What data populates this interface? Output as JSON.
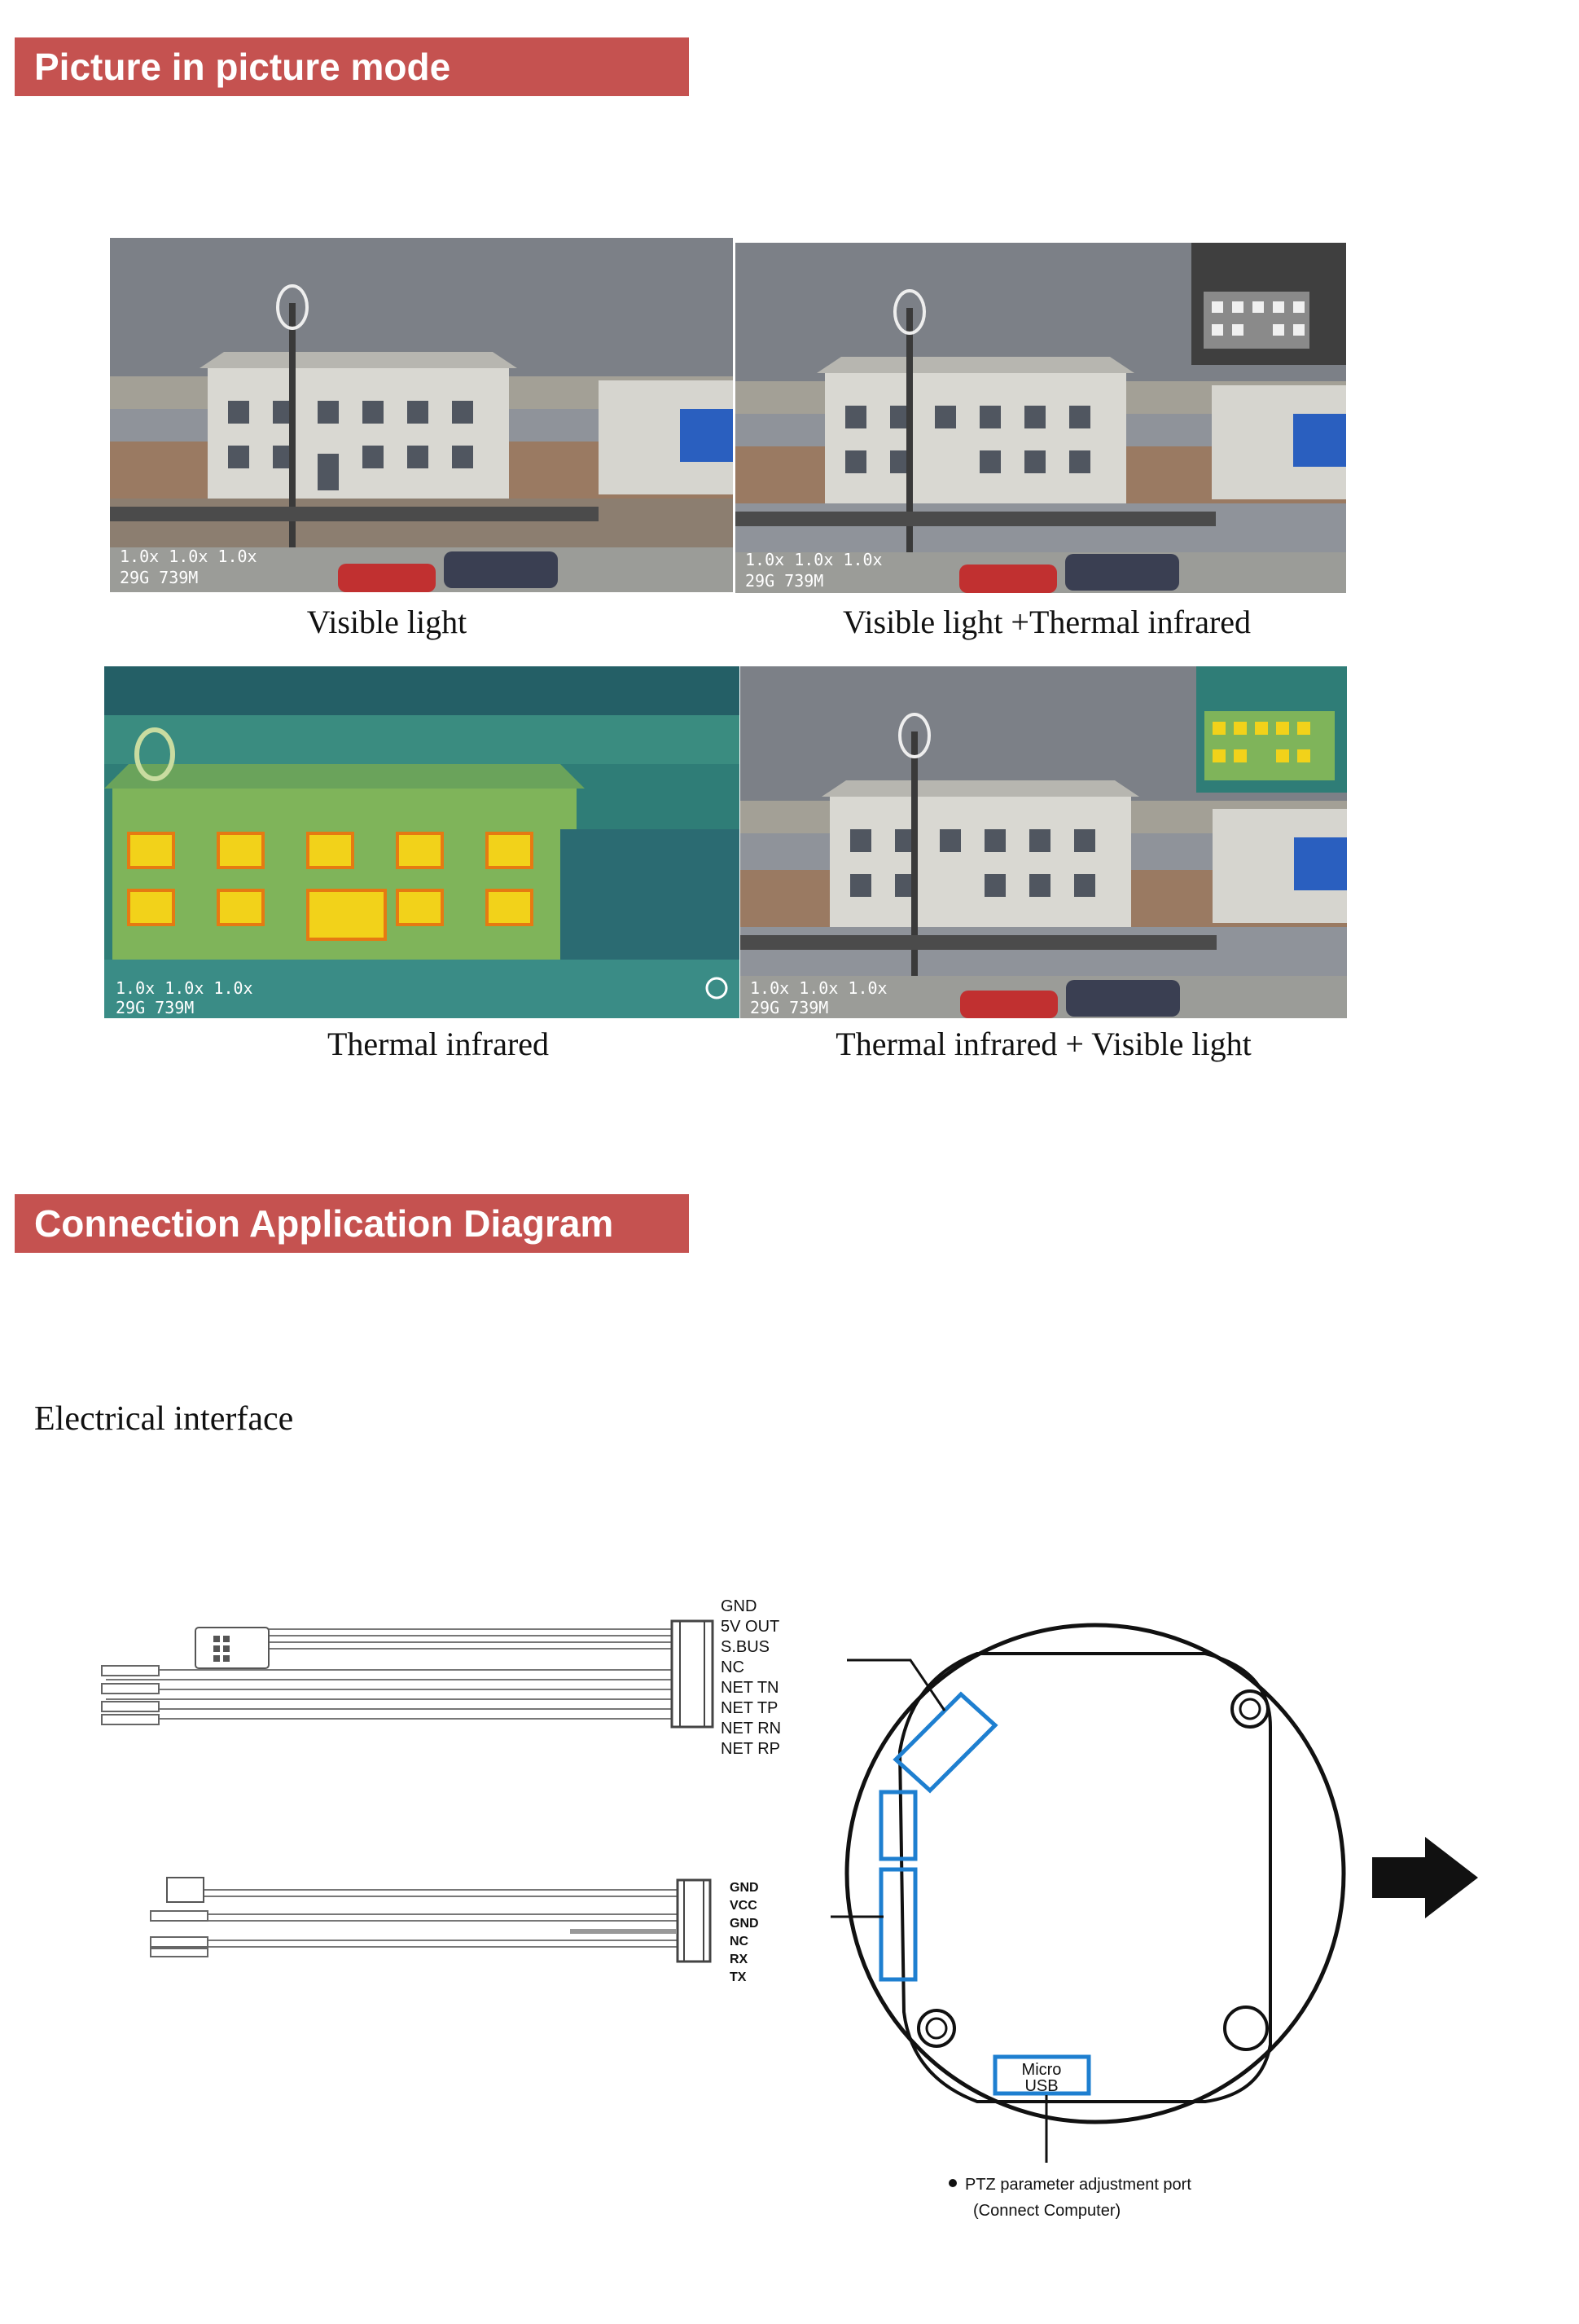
{
  "sections": {
    "pip_title": "Picture in picture mode",
    "connection_title": "Connection Application Diagram",
    "electrical_label": "Electrical interface"
  },
  "pip": {
    "osd_line1": "1.0x 1.0x 1.0x",
    "osd_line2": "29G 739M",
    "captions": {
      "visible": "Visible light",
      "visible_thermal": "Visible light +Thermal infrared",
      "thermal": "Thermal infrared",
      "thermal_visible": "Thermal infrared + Visible light"
    }
  },
  "diagram": {
    "connector1_pins": [
      "GND",
      "5V OUT",
      "S.BUS",
      "NC",
      "NET TN",
      "NET TP",
      "NET RN",
      "NET RP"
    ],
    "connector2_pins": [
      "GND",
      "VCC",
      "GND",
      "NC",
      "RX",
      "TX"
    ],
    "usb_label_1": "Micro",
    "usb_label_2": "USB",
    "port_note_1": "PTZ parameter adjustment port",
    "port_note_2": "(Connect Computer)",
    "accent_color": "#1e7fd0"
  }
}
